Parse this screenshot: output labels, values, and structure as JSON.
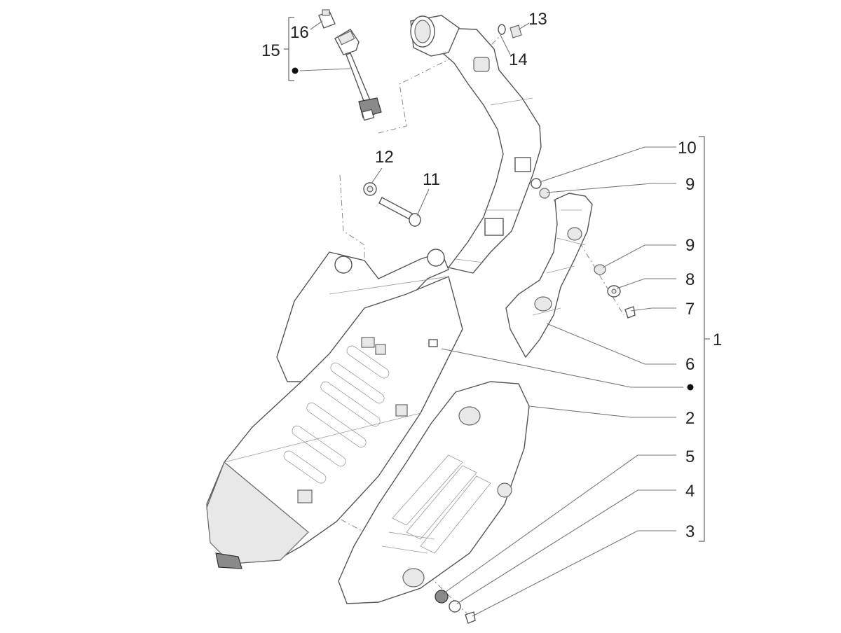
{
  "callouts": [
    {
      "id": "c16",
      "text": "16"
    },
    {
      "id": "c15",
      "text": "15"
    },
    {
      "id": "c13",
      "text": "13"
    },
    {
      "id": "c14",
      "text": "14"
    },
    {
      "id": "c12",
      "text": "12"
    },
    {
      "id": "c11",
      "text": "11"
    },
    {
      "id": "c10",
      "text": "10"
    },
    {
      "id": "c9a",
      "text": "9"
    },
    {
      "id": "c9b",
      "text": "9"
    },
    {
      "id": "c8",
      "text": "8"
    },
    {
      "id": "c7",
      "text": "7"
    },
    {
      "id": "c1",
      "text": "1"
    },
    {
      "id": "c6",
      "text": "6"
    },
    {
      "id": "c2",
      "text": "2"
    },
    {
      "id": "c5",
      "text": "5"
    },
    {
      "id": "c4",
      "text": "4"
    },
    {
      "id": "c3",
      "text": "3"
    }
  ],
  "colors": {
    "line": "#555555",
    "text": "#222222",
    "background": "#ffffff"
  }
}
